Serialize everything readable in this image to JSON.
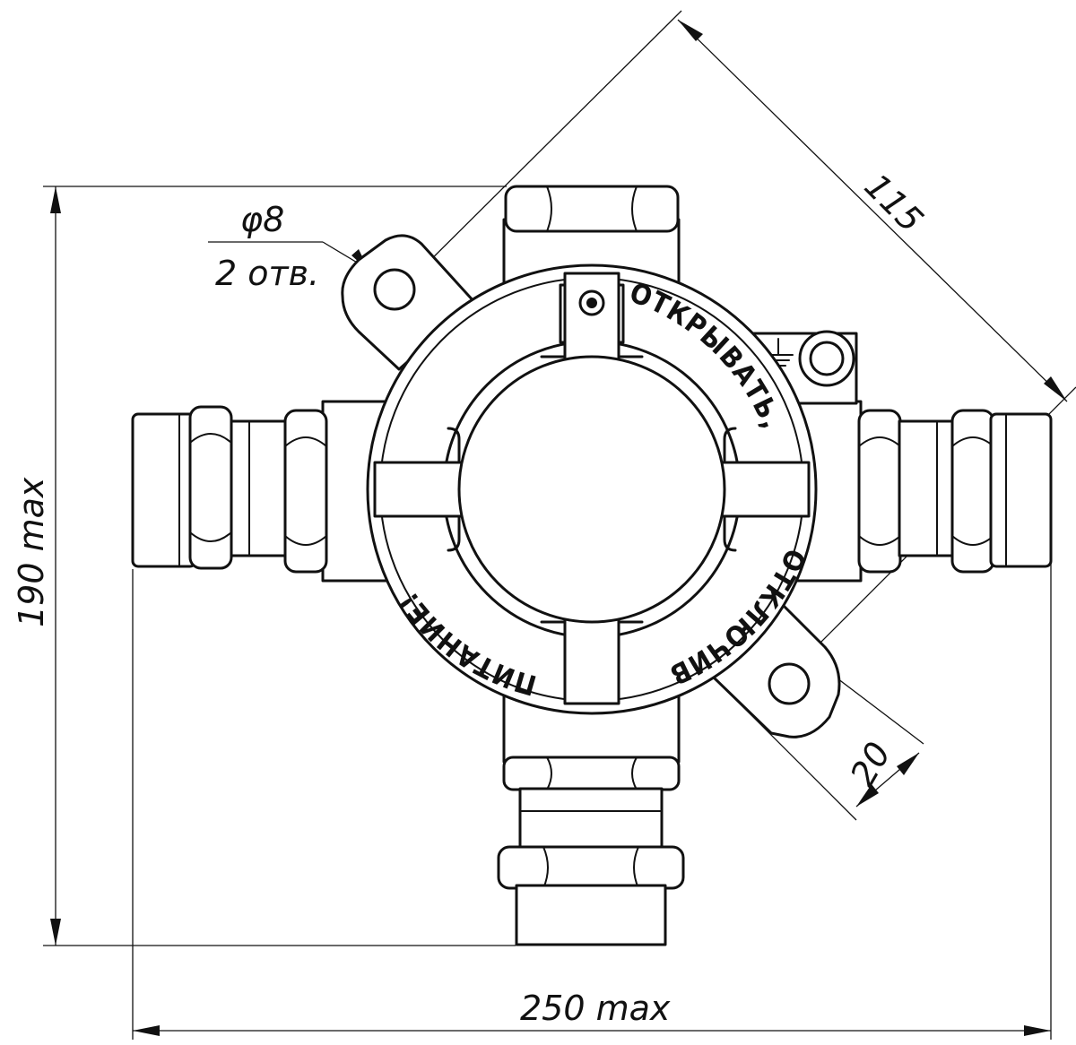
{
  "dimensions": {
    "width_label": "250 max",
    "height_label": "190 max",
    "diagonal_label": "115",
    "lug_width_label": "20",
    "hole_diameter_label": "φ8",
    "hole_count_label": "2 отв."
  },
  "cover_text": {
    "top_right": "ОТКРЫВАТЬ,",
    "bottom_right": "ОТКЛЮЧИВ",
    "bottom_left": "ПИТАНИЕ!"
  },
  "symbols": {
    "ground": "ground-icon"
  }
}
